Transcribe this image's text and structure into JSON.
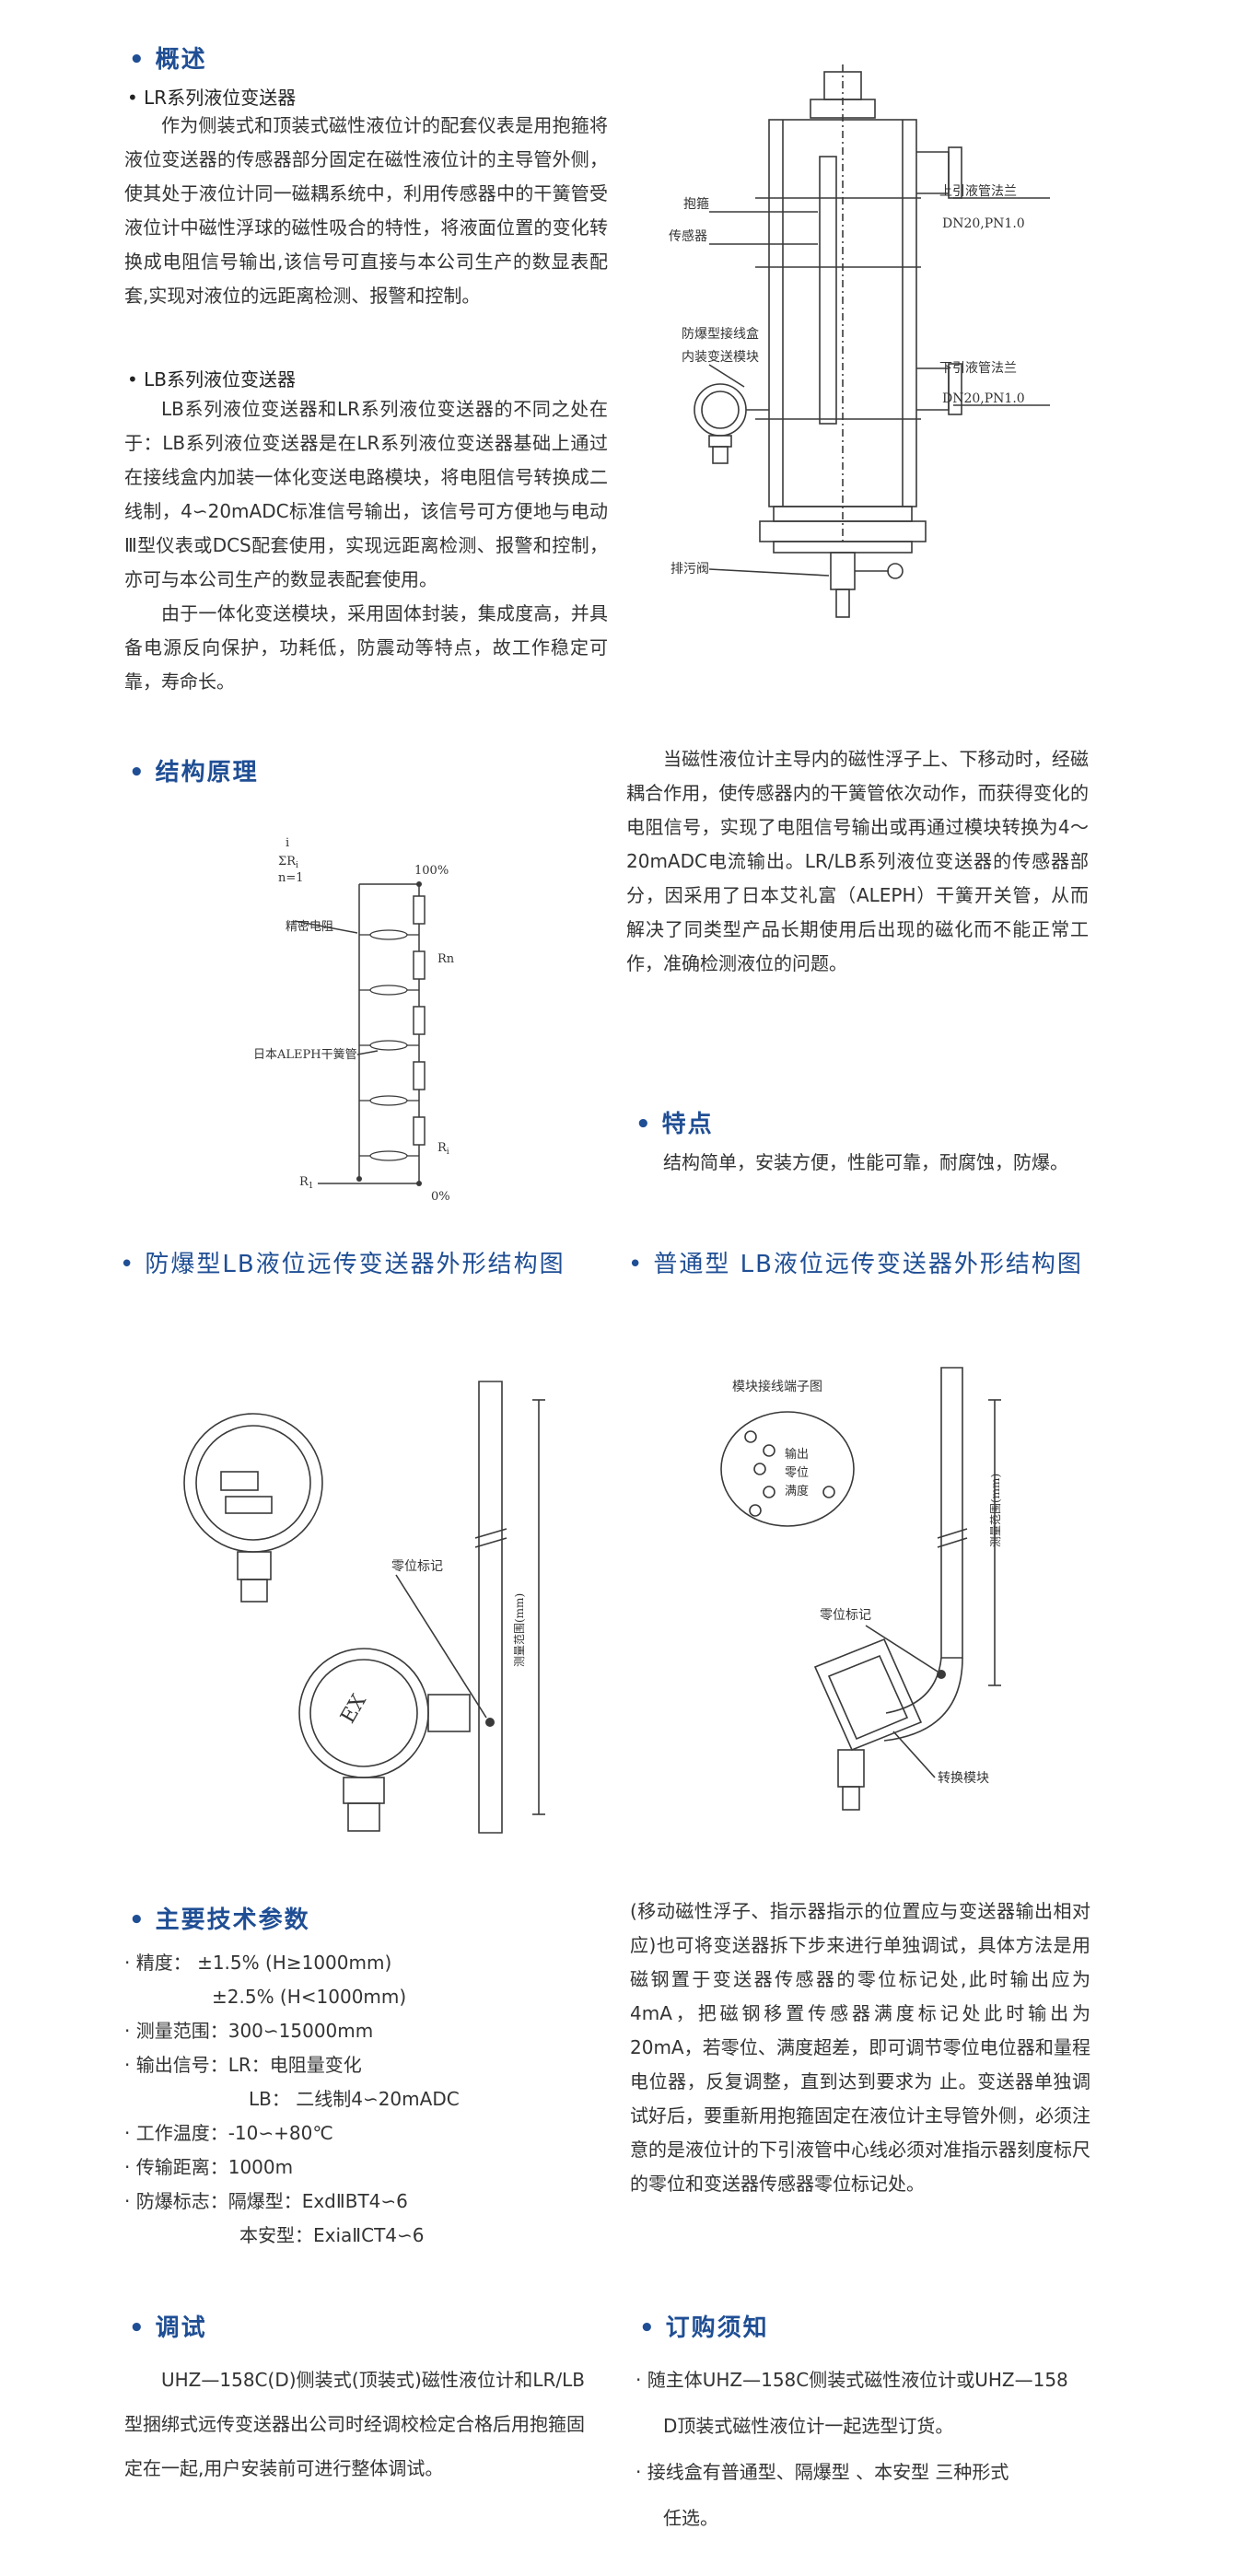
{
  "overview": {
    "heading": "概述",
    "lr_title": "LR系列液位变送器",
    "lr_text": "作为侧装式和顶装式磁性液位计的配套仪表是用抱箍将液位变送器的传感器部分固定在磁性液位计的主导管外侧，使其处于液位计同一磁耦系统中，利用传感器中的干簧管受液位计中磁性浮球的磁性吸合的特性，将液面位置的变化转换成电阻信号输出,该信号可直接与本公司生产的数显表配套,实现对液位的远距离检测、报警和控制。",
    "lb_title": "LB系列液位变送器",
    "lb_text1": "LB系列液位变送器和LR系列液位变送器的不同之处在于：LB系列液位变送器是在LR系列液位变送器基础上通过在接线盒内加装一体化变送电路模块，将电阻信号转换成二线制，4∽20mADC标准信号输出，该信号可方便地与电动Ⅲ型仪表或DCS配套使用，实现远距离检测、报警和控制，亦可与本公司生产的数显表配套使用。",
    "lb_text2": "由于一体化变送模块，采用固体封装，集成度高，并具备电源反向保护，功耗低，防震动等特点，故工作稳定可靠，寿命长。"
  },
  "install_diagram": {
    "labels": {
      "clamp": "抱箍",
      "sensor": "传感器",
      "upper_flange": "上引液管法兰",
      "upper_spec": "DN20,PN1.0",
      "ex_box": "防爆型接线盒",
      "ex_module": "内装变送模块",
      "lower_flange": "下引液管法兰",
      "lower_spec": "DN20,PN1.0",
      "drain": "排污阀"
    }
  },
  "structure": {
    "heading": "结构原理",
    "formula_i": "i",
    "formula_sum": "ΣR",
    "formula_sum_sub": "i",
    "formula_n": "n=1",
    "label_100": "100%",
    "label_0": "0%",
    "precision_resistor": "精密电阻",
    "reed_switch": "日本ALEPH干簧管",
    "rn": "Rn",
    "r1": "R",
    "r1_sub": "1",
    "ri": "R",
    "ri_sub": "i",
    "text": "当磁性液位计主导内的磁性浮子上、下移动时，经磁耦合作用，使传感器内的干簧管依次动作，而获得变化的电阻信号，实现了电阻信号输出或再通过模块转换为4～20mADC电流输出。LR/LB系列液位变送器的传感器部分，因采用了日本艾礼富（ALEPH）干簧开关管，从而解决了同类型产品长期使用后出现的磁化而不能正常工作，准确检测液位的问题。"
  },
  "features": {
    "heading": "特点",
    "text": "结构简单，安装方便，性能可靠，耐腐蚀，防爆。"
  },
  "ex_diagram": {
    "heading": "防爆型LB液位远传变送器外形结构图",
    "zero_mark": "零位标记",
    "range": "测量范围(mm)",
    "ex": "EX"
  },
  "normal_diagram": {
    "heading": "普通型 LB液位远传变送器外形结构图",
    "terminal": "模块接线端子图",
    "t_output": "输出",
    "t_zero": "零位",
    "t_full": "满度",
    "zero_mark": "零位标记",
    "module": "转换模块",
    "range": "测量范围(mm)"
  },
  "specs": {
    "heading": "主要技术参数",
    "items": [
      "· 精度：  ±1.5%  (H≥1000mm)",
      "±2.5%  (H<1000mm)",
      "· 测量范围：300∽15000mm",
      "· 输出信号：LR：电阻量变化",
      "LB：  二线制4∽20mADC",
      "· 工作温度：-10∽+80℃",
      "· 传输距离：1000m",
      "· 防爆标志：隔爆型：ExdⅡBT4∽6",
      "本安型：ExiaⅡCT4∽6"
    ],
    "right_text": "(移动磁性浮子、指示器指示的位置应与变送器输出相对应)也可将变送器拆下步来进行单独调试，具体方法是用磁钢置于变送器传感器的零位标记处,此时输出应为4mA，把磁钢移置传感器满度标记处此时输出为20mA，若零位、满度超差，即可调节零位电位器和量程电位器，反复调整，直到达到要求为 止。变送器单独调试好后，要重新用抱箍固定在液位计主导管外侧，必须注意的是液位计的下引液管中心线必须对准指示器刻度标尺的零位和变送器传感器零位标记处。"
  },
  "debug": {
    "heading": "调试",
    "text": "UHZ—158C(D)侧装式(顶装式)磁性液位计和LR/LB型捆绑式远传变送器出公司时经调校检定合格后用抱箍固定在一起,用户安装前可进行整体调试。"
  },
  "order": {
    "heading": "订购须知",
    "item1_a": "· 随主体UHZ—158C侧装式磁性液位计或UHZ—158",
    "item1_b": "D顶装式磁性液位计一起选型订货。",
    "item2_a": "· 接线盒有普通型、隔爆型 、本安型 三种形式",
    "item2_b": "任选。"
  },
  "colors": {
    "heading": "#1f4e94",
    "text": "#333333",
    "line": "#3a3a3a"
  }
}
